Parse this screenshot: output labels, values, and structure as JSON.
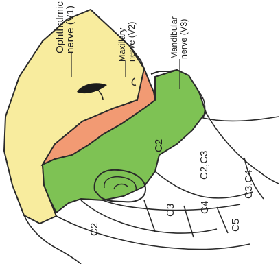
{
  "labels": {
    "v1_name": "Ophthalmic",
    "v1_nerve": "nerve (V1)",
    "v2_name": "Maxillary",
    "v2_nerve": "nerve (V2)",
    "v3_name": "Mandibular",
    "v3_nerve": "nerve (V3)",
    "c2_upper": "C2",
    "c2_c3": "C2,C3",
    "c2_lower": "C2",
    "c3": "C3",
    "c4": "C4",
    "c3_c4": "C3,C4",
    "c5": "C5"
  },
  "colors": {
    "v1": "#f8ec9e",
    "v2": "#f29a73",
    "v3": "#7ec254",
    "outline": "#2a2a2a"
  }
}
